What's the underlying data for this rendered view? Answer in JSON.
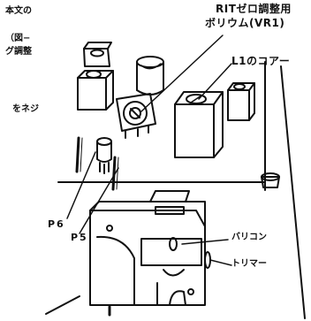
{
  "body_text": {
    "line1": "本文の",
    "line2": "（図−",
    "line3": "グ調整",
    "line4": "をネジ"
  },
  "labels": {
    "rit_adjust_line1": "RITゼロ調整用",
    "rit_adjust_line2": "ボリウム(VR1)",
    "l1_core": "L1のコアー",
    "p6": "P6",
    "p5": "P5",
    "varicon": "バリコン",
    "trimmer": "トリマー"
  }
}
